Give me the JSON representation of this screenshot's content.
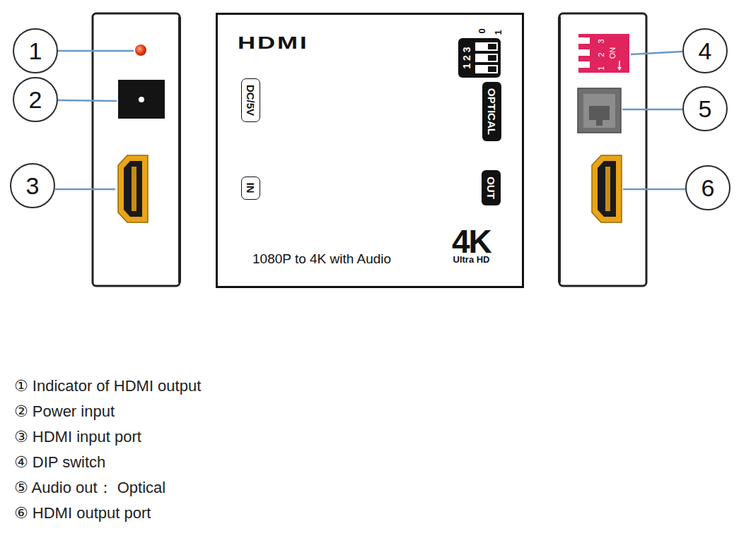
{
  "diagram": {
    "nodes": [
      {
        "text": [
          "1"
        ]
      },
      {
        "text": [
          "2"
        ]
      },
      {
        "text": [
          "3"
        ]
      },
      {
        "text": [
          "4"
        ]
      },
      {
        "text": [
          "5"
        ]
      },
      {
        "text": [
          "6"
        ]
      },
      {
        "text": [
          "HDMI",
          "1080P to 4K with Audio",
          "4K",
          "Ultra HD"
        ]
      },
      {
        "text": [
          "DC/5V"
        ],
        "in": 6
      },
      {
        "text": [
          "IN"
        ],
        "in": 6
      },
      {
        "text": [
          "1 2 3",
          "0",
          "1"
        ],
        "in": 6
      },
      {
        "text": [
          "OPTICAL"
        ],
        "in": 6
      },
      {
        "text": [
          "OUT"
        ],
        "in": 6
      },
      {
        "text": [
          "1 2 3",
          "ON"
        ]
      }
    ],
    "labels": [
      "① Indicator of HDMI output",
      "② Power input",
      "③ HDMI input port",
      "④ DIP switch",
      "⑤ Audio out： Optical",
      "⑥ HDMI output port"
    ]
  }
}
